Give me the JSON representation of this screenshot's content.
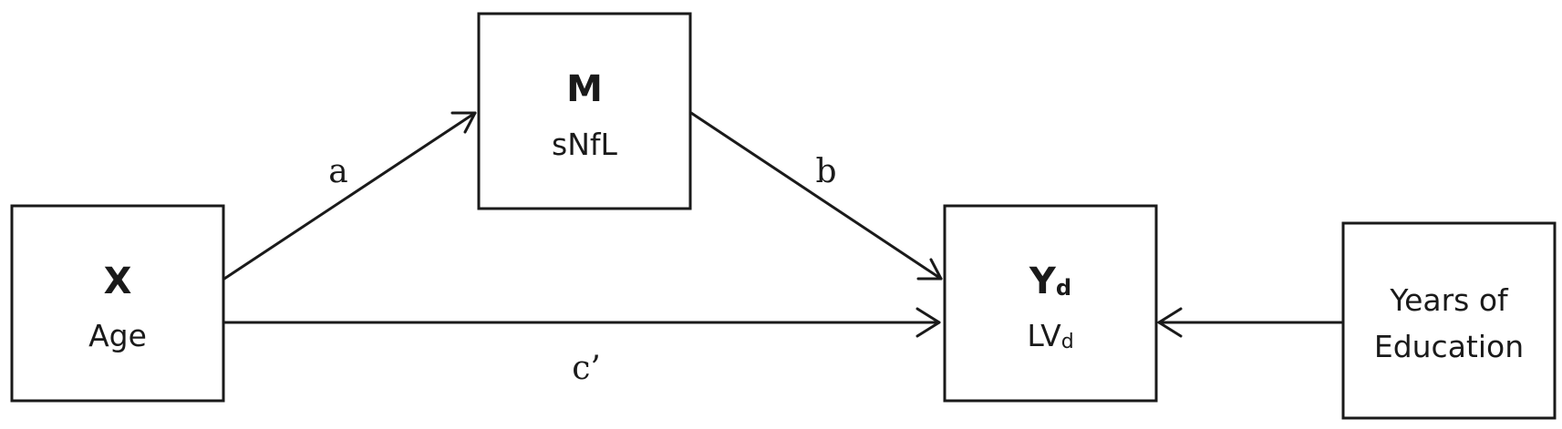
{
  "nodes": {
    "x": {
      "symbol": "X",
      "name": "Age"
    },
    "m": {
      "symbol": "M",
      "name": "sNfL"
    },
    "y": {
      "symbol": "Y",
      "symbol_sub": "d",
      "name": "LV",
      "name_sub": "d"
    },
    "covariate": {
      "name_line1": "Years of",
      "name_line2": "Education"
    }
  },
  "paths": {
    "a": "a",
    "b": "b",
    "c_prime": "c’"
  }
}
